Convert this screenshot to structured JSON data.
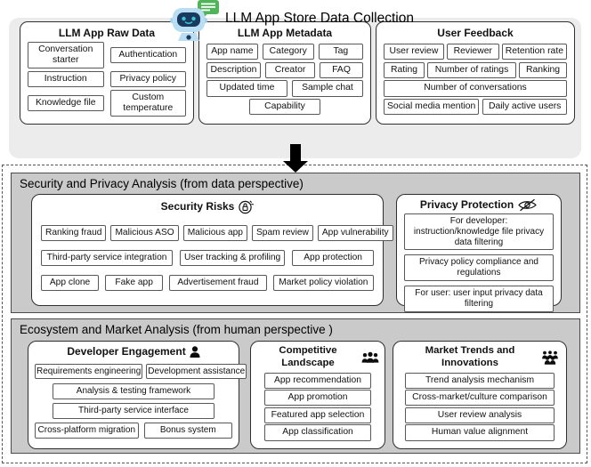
{
  "collection": {
    "title": "LLM App Store Data Collection",
    "raw_data": {
      "title": "LLM App Raw Data",
      "items": [
        "Conversation starter",
        "Authentication",
        "Instruction",
        "Privacy policy",
        "Knowledge file",
        "Custom temperature"
      ]
    },
    "metadata": {
      "title": "LLM App Metadata",
      "items": [
        "App name",
        "Category",
        "Tag",
        "Description",
        "Creator",
        "FAQ",
        "Updated time",
        "Sample chat",
        "Capability"
      ]
    },
    "user_feedback": {
      "title": "User Feedback",
      "items": [
        "User review",
        "Reviewer",
        "Retention rate",
        "Rating",
        "Number of ratings",
        "Ranking",
        "Number of conversations",
        "Social media mention",
        "Daily active users"
      ]
    }
  },
  "security": {
    "section_title": "Security and Privacy Analysis (from data perspective)",
    "security_risks": {
      "title": "Security Risks",
      "icon": "lock-circle-icon",
      "items": [
        "Ranking fraud",
        "Malicious ASO",
        "Malicious app",
        "Spam review",
        "App vulnerability",
        "Third-party service integration",
        "User tracking & profiling",
        "App protection",
        "App clone",
        "Fake app",
        "Advertisement fraud",
        "Market policy violation"
      ]
    },
    "privacy_protection": {
      "title": "Privacy Protection",
      "icon": "eye-slash-icon",
      "items": [
        "For developer: instruction/knowledge file privacy data filtering",
        "Privacy policy compliance and regulations",
        "For user: user input privacy data filtering"
      ]
    }
  },
  "ecosystem": {
    "section_title": "Ecosystem and Market Analysis (from human perspective )",
    "developer_engagement": {
      "title": "Developer Engagement",
      "icon": "person-icon",
      "items": [
        "Requirements engineering",
        "Development assistance",
        "Analysis & testing framework",
        "Third-party service interface",
        "Cross-platform migration",
        "Bonus system"
      ]
    },
    "competitive_landscape": {
      "title": "Competitive Landscape",
      "icon": "people-icon",
      "items": [
        "App recommendation",
        "App promotion",
        "Featured app selection",
        "App classification"
      ]
    },
    "market_trends": {
      "title": "Market Trends and Innovations",
      "icon": "crowd-icon",
      "items": [
        "Trend analysis mechanism",
        "Cross-market/culture comparison",
        "User review analysis",
        "Human value alignment"
      ]
    }
  },
  "icons": [
    "robot-chat-icon",
    "lock-circle-icon",
    "eye-slash-icon",
    "person-icon",
    "people-icon",
    "crowd-icon"
  ],
  "colors": {
    "top_group_bg": "#ececec",
    "section_bg": "#cacaca",
    "bubble_green": "#52b45a",
    "robot_light_blue": "#b9ddf3",
    "robot_navy": "#173a5e",
    "robot_cyan": "#3ec6d8",
    "box_border": "#585858"
  }
}
